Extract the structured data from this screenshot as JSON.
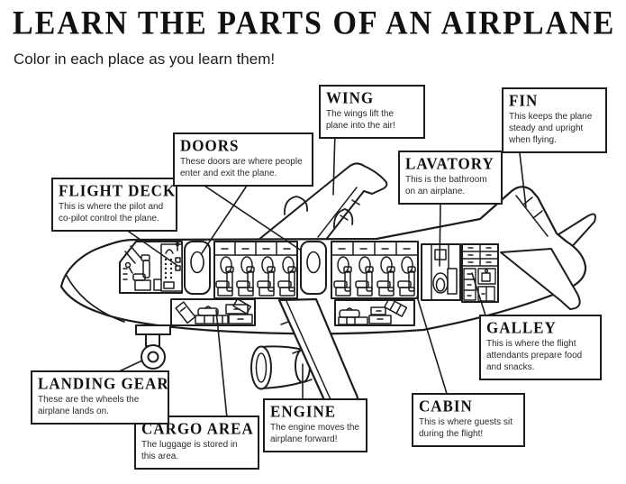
{
  "page": {
    "title": "LEARN THE PARTS OF AN AIRPLANE",
    "subtitle": "Color in each place as you learn them!"
  },
  "colors": {
    "ink": "#1d1d1d",
    "paper": "#ffffff"
  },
  "labels": [
    {
      "id": "flight-deck",
      "title": "FLIGHT DECK",
      "description": "This is where the pilot and co-pilot control the plane."
    },
    {
      "id": "doors",
      "title": "DOORS",
      "description": "These doors are where people enter and exit the plane."
    },
    {
      "id": "wing",
      "title": "WING",
      "description": "The wings lift the plane into the air!"
    },
    {
      "id": "fin",
      "title": "FIN",
      "description": "This keeps the plane steady and upright when flying."
    },
    {
      "id": "lavatory",
      "title": "LAVATORY",
      "description": "This is the bathroom on an airplane."
    },
    {
      "id": "galley",
      "title": "GALLEY",
      "description": "This is where the flight attendants prepare food and snacks."
    },
    {
      "id": "cabin",
      "title": "CABIN",
      "description": "This is where guests sit during the flight!"
    },
    {
      "id": "engine",
      "title": "ENGINE",
      "description": "The engine moves the airplane forward!"
    },
    {
      "id": "cargo-area",
      "title": "CARGO AREA",
      "description": "The luggage is stored in this area."
    },
    {
      "id": "landing-gear",
      "title": "LANDING GEAR",
      "description": "These are the wheels the airplane lands on."
    }
  ],
  "illustration": {
    "name": "airplane-cutaway-diagram",
    "parts": [
      "flight deck",
      "doors",
      "wing",
      "fin",
      "lavatory",
      "galley",
      "cabin",
      "engine",
      "cargo area",
      "landing gear"
    ]
  }
}
